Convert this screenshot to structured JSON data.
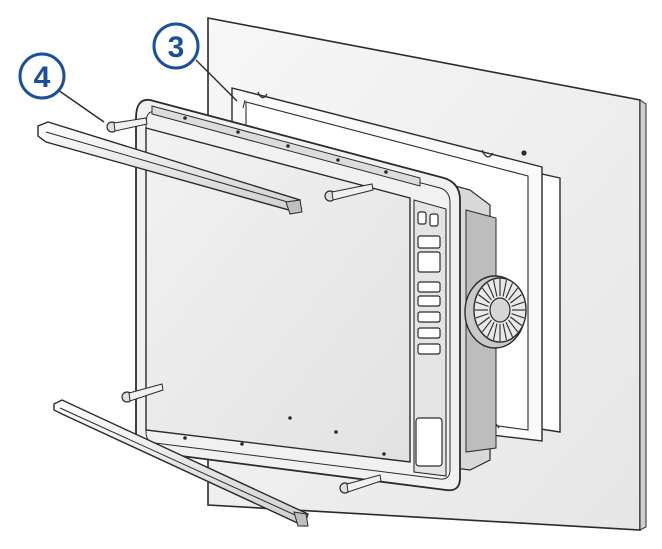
{
  "callouts": [
    {
      "id": "callout-3",
      "number": "3"
    },
    {
      "id": "callout-4",
      "number": "4"
    }
  ],
  "colors": {
    "callout_blue": "#1a4f9c",
    "outline": "#2b2b2b",
    "panel": "#f4f4f4",
    "screen": "#ebebeb"
  }
}
